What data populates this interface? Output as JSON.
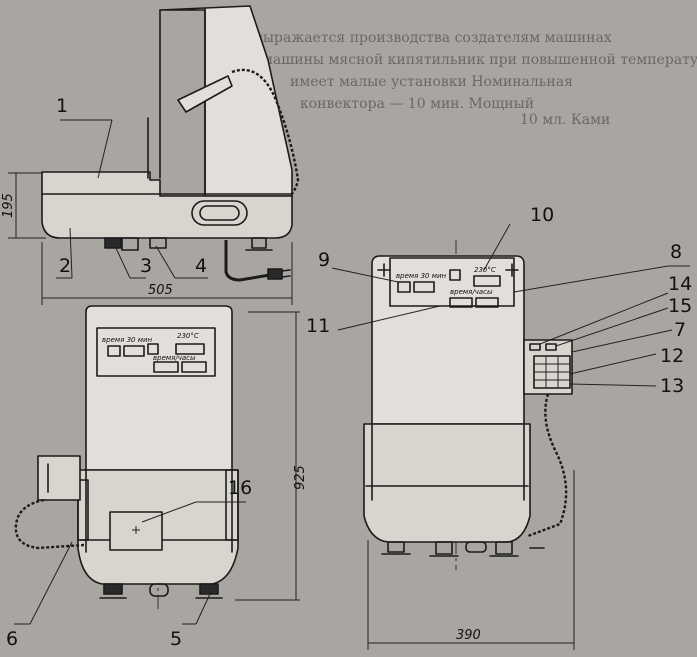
{
  "background_text": [
    "выражается производства создателям машинах",
    "машины мясной кипятильник при повышенной температуре",
    "имеет малые установки Номинальная",
    "конвектора — 10 мин. Мощный",
    "10 мл. Ками"
  ],
  "callouts": [
    "1",
    "2",
    "3",
    "4",
    "5",
    "6",
    "7",
    "8",
    "9",
    "10",
    "11",
    "12",
    "13",
    "14",
    "15",
    "16"
  ],
  "dimensions": {
    "side_height": "195",
    "side_width": "505",
    "front_height": "925",
    "right_width": "390"
  },
  "panel_labels": {
    "left_timer": "время 30 мин",
    "left_temp": "230°С",
    "left_time": "время/часы",
    "right_timer": "время 30 мин",
    "right_temp": "230°С",
    "right_time": "время/часы"
  }
}
